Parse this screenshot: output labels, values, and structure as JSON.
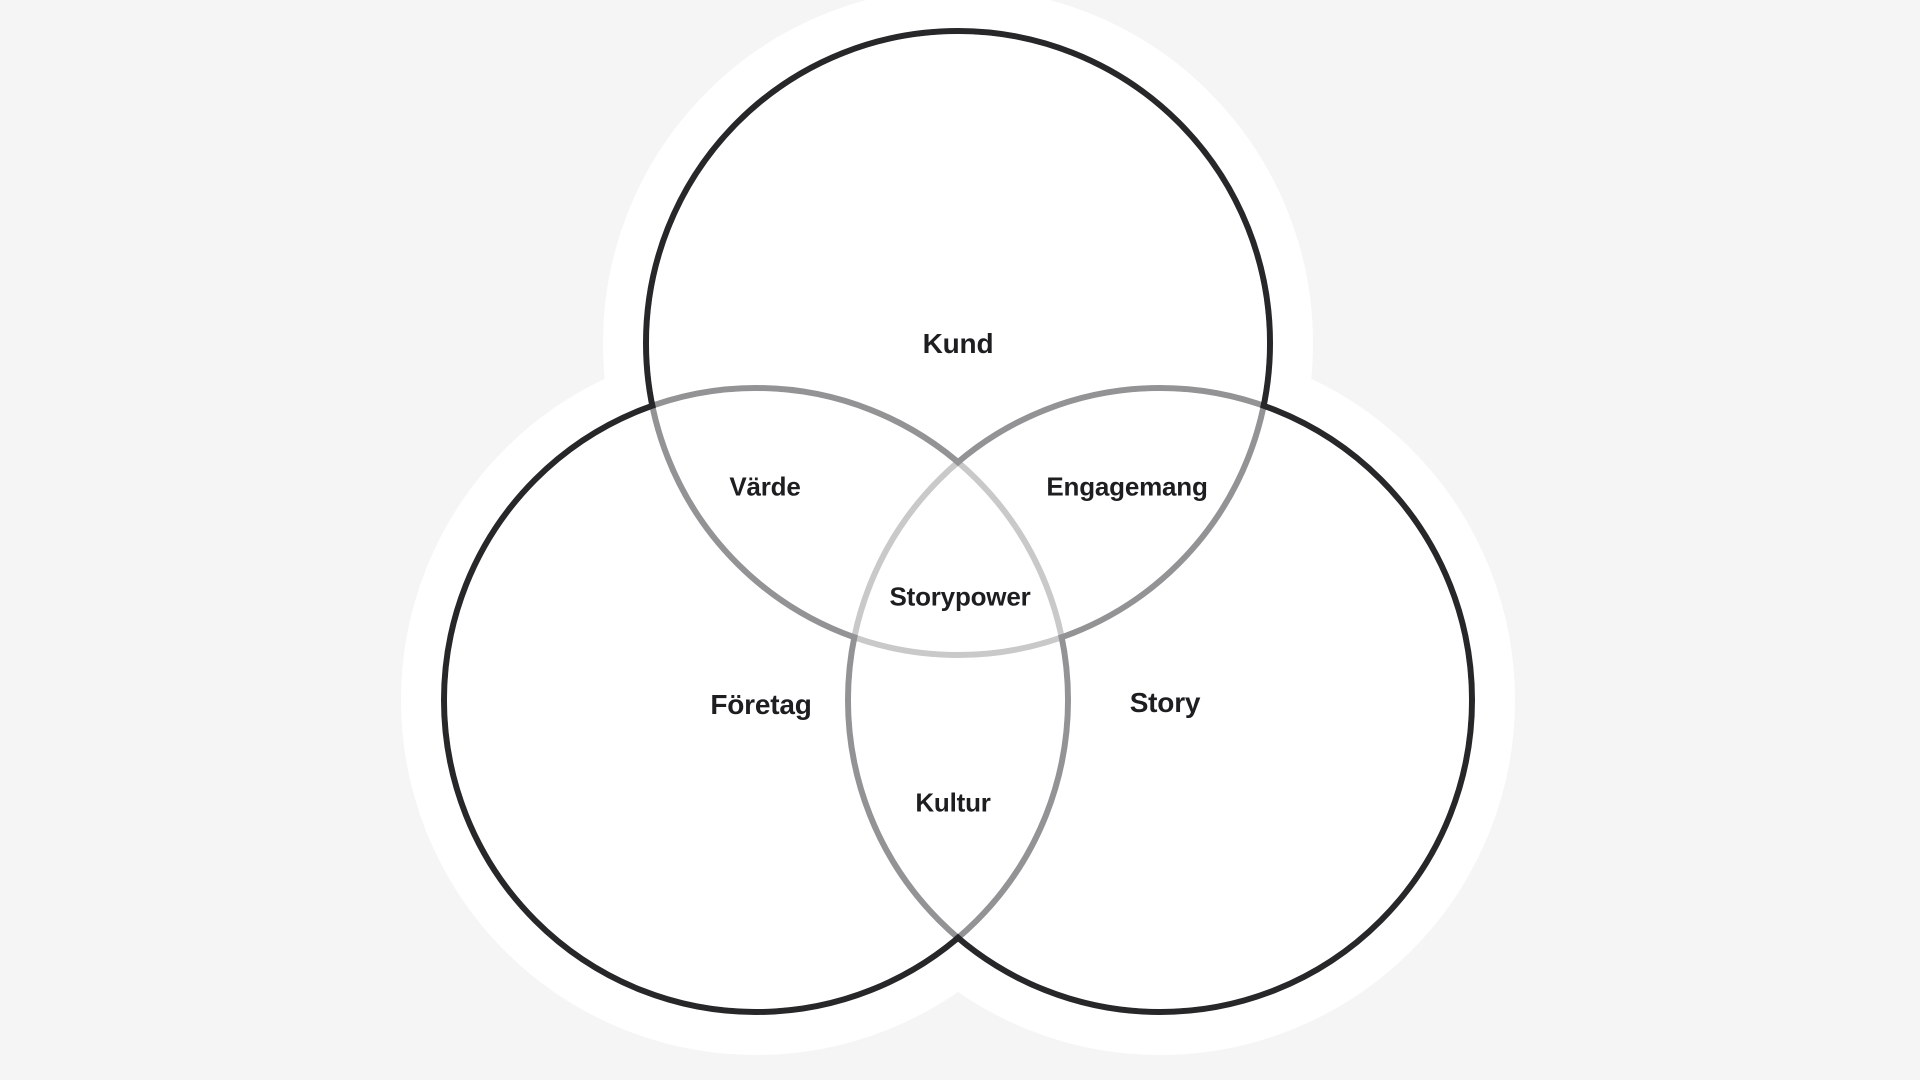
{
  "diagram": {
    "type": "venn-3",
    "background_color": "#f5f5f6",
    "halo_color": "#ffffff",
    "circle_fill": "#ffffff",
    "circle_stroke_color": "#27272a",
    "overlap_arc_color_single": "#95959a",
    "overlap_arc_color_double": "#c9c9cd",
    "label_color": "#1e1e21",
    "sets": [
      {
        "id": "kund",
        "label": "Kund"
      },
      {
        "id": "foretag",
        "label": "Företag"
      },
      {
        "id": "story",
        "label": "Story"
      }
    ],
    "intersections": [
      {
        "id": "varde",
        "label": "Värde",
        "between": [
          "Kund",
          "Företag"
        ]
      },
      {
        "id": "engagemang",
        "label": "Engagemang",
        "between": [
          "Kund",
          "Story"
        ]
      },
      {
        "id": "kultur",
        "label": "Kultur",
        "between": [
          "Företag",
          "Story"
        ]
      },
      {
        "id": "storypower",
        "label": "Storypower",
        "between": [
          "Kund",
          "Företag",
          "Story"
        ]
      }
    ]
  }
}
